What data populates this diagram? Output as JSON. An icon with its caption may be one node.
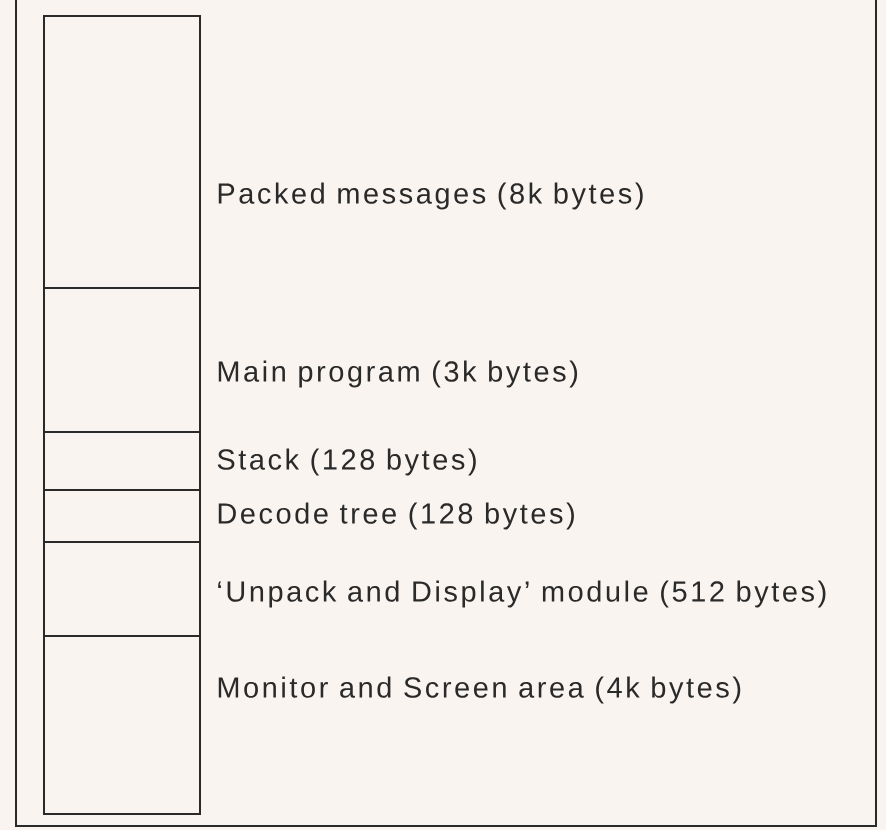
{
  "diagram": {
    "nodes": [
      {
        "text": [],
        "shape": "box",
        "beside": [
          "Packed messages (8k bytes)"
        ]
      },
      {
        "text": [],
        "shape": "box",
        "beside": [
          "Main program (3k bytes)"
        ]
      },
      {
        "text": [],
        "shape": "box",
        "beside": [
          "Stack (128 bytes)"
        ]
      },
      {
        "text": [],
        "shape": "box",
        "beside": [
          "Decode tree (128 bytes)"
        ]
      },
      {
        "text": [],
        "shape": "box",
        "beside": [
          "‘Unpack and Display’ module (512 bytes)"
        ]
      },
      {
        "text": [],
        "shape": "box",
        "beside": [
          "Monitor and Screen area (4k bytes)"
        ]
      }
    ]
  }
}
